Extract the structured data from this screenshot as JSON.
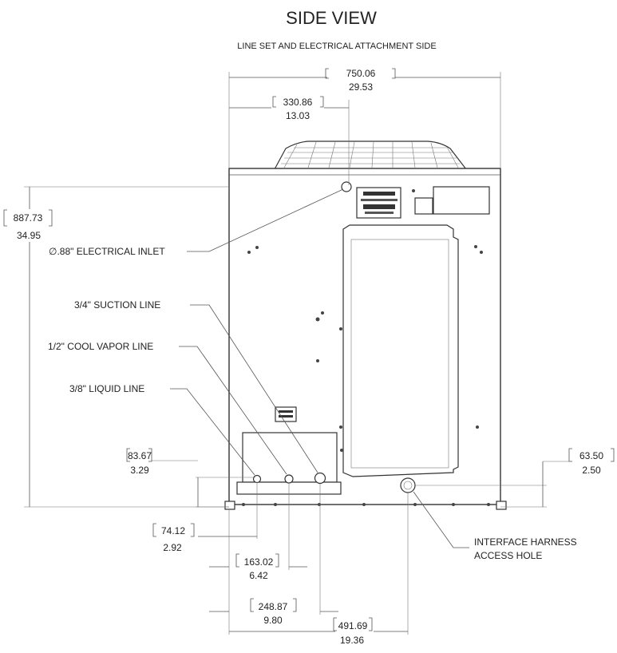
{
  "title": "SIDE VIEW",
  "subtitle": "LINE SET AND ELECTRICAL ATTACHMENT SIDE",
  "dimensions": {
    "overall_width": {
      "mm": "750.06",
      "in": "29.53"
    },
    "fan_offset": {
      "mm": "330.86",
      "in": "13.03"
    },
    "height": {
      "mm": "887.73",
      "in": "34.95"
    },
    "line_height": {
      "mm": "83.67",
      "in": "3.29"
    },
    "harness_height": {
      "mm": "63.50",
      "in": "2.50"
    },
    "liquid_offset": {
      "mm": "74.12",
      "in": "2.92"
    },
    "vapor_offset": {
      "mm": "163.02",
      "in": "6.42"
    },
    "suction_offset": {
      "mm": "248.87",
      "in": "9.80"
    },
    "harness_offset": {
      "mm": "491.69",
      "in": "19.36"
    }
  },
  "labels": {
    "electrical_inlet": "∅.88\" ELECTRICAL INLET",
    "suction_line": "3/4\" SUCTION LINE",
    "cool_vapor_line": "1/2\" COOL VAPOR LINE",
    "liquid_line": "3/8\" LIQUID LINE",
    "harness_hole_line1": "INTERFACE HARNESS",
    "harness_hole_line2": "ACCESS HOLE"
  }
}
